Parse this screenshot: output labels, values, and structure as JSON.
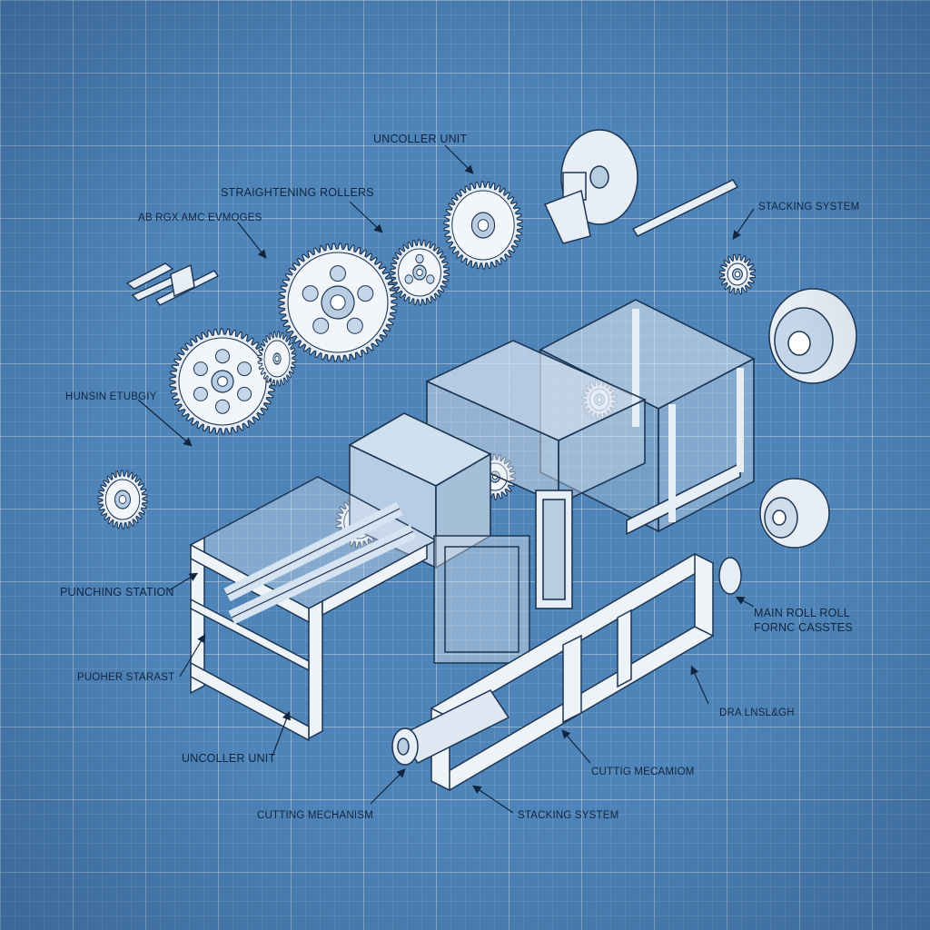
{
  "colors": {
    "background": "#4f84b8",
    "part_fill": "#e8eef5",
    "outline": "#1c3553",
    "label": "#0f2540"
  },
  "labels": {
    "uncoiler_unit_top": "UNCOLLER UNIT",
    "straightening_rollers": "STRAIGHTENING ROLLERS",
    "ab_rgx": "AB RGX AMC EVMOGES",
    "stacking_system_top": "STACKING SYSTEM",
    "hunsin": "HUNSIN ETUBGIY",
    "punching_station": "PUNCHING STATION",
    "puoher": "PUOHER STARAST",
    "main_roll_1": "MAIN ROLL ROLL",
    "main_roll_2": "FORNC CASSTES",
    "dra_lnsl": "DRA LNSL&GH",
    "uncoller_unit_bottom": "UNCOLLER UNIT",
    "cuttig": "CUTTIG MECAMIOM",
    "cutting_mechanism": "CUTTING MECHANISM",
    "stacking_system_bottom": "STACKING SYSTEM"
  }
}
